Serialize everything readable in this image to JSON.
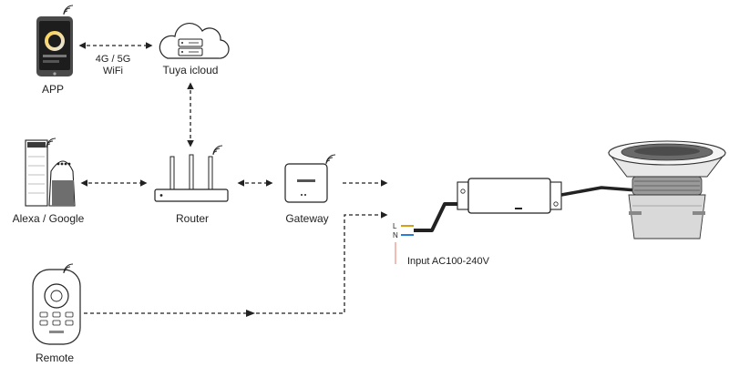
{
  "nodes": {
    "app": "APP",
    "cloud": "Tuya icloud",
    "assistant": "Alexa / Google",
    "router": "Router",
    "gateway": "Gateway",
    "remote": "Remote"
  },
  "links": {
    "app_cloud_line1": "4G / 5G",
    "app_cloud_line2": "WiFi"
  },
  "power": {
    "input": "Input AC100-240V",
    "live": "L",
    "neutral": "N"
  },
  "colors": {
    "line": "#222222",
    "live_wire": "#d4a017",
    "neutral_wire": "#2a7fd4",
    "pointer": "#e07a6a"
  }
}
